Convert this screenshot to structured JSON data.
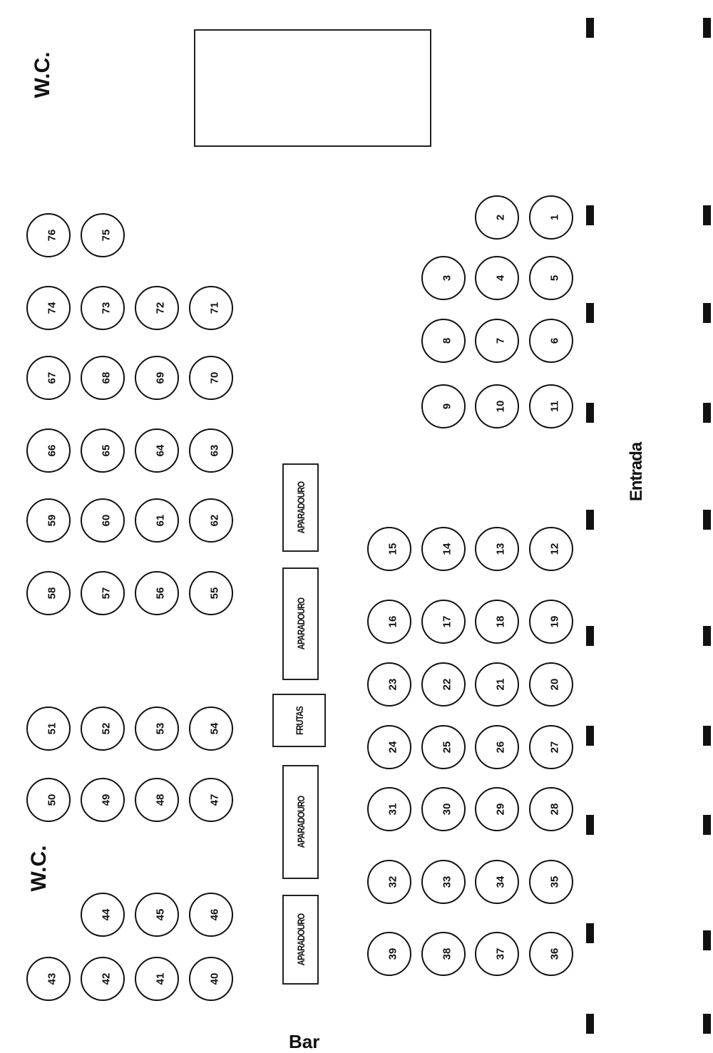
{
  "labels": {
    "wc_top": "W.C.",
    "wc_bottom": "W.C.",
    "entrance": "Entrada",
    "bar": "Bar",
    "sideboards": [
      "APARADOURO",
      "APARADOURO",
      "APARADOURO",
      "APARADOURO"
    ],
    "fruits": "FRUTAS"
  },
  "tables": [
    "1",
    "2",
    "3",
    "4",
    "5",
    "6",
    "7",
    "8",
    "9",
    "10",
    "11",
    "12",
    "13",
    "14",
    "15",
    "16",
    "17",
    "18",
    "19",
    "20",
    "21",
    "22",
    "23",
    "24",
    "25",
    "26",
    "27",
    "28",
    "29",
    "30",
    "31",
    "32",
    "33",
    "34",
    "35",
    "36",
    "37",
    "38",
    "39",
    "40",
    "41",
    "42",
    "43",
    "44",
    "45",
    "46",
    "47",
    "48",
    "49",
    "50",
    "51",
    "52",
    "53",
    "54",
    "55",
    "56",
    "57",
    "58",
    "59",
    "60",
    "61",
    "62",
    "63",
    "64",
    "65",
    "66",
    "67",
    "68",
    "69",
    "70",
    "71",
    "72",
    "73",
    "74",
    "75",
    "76"
  ]
}
